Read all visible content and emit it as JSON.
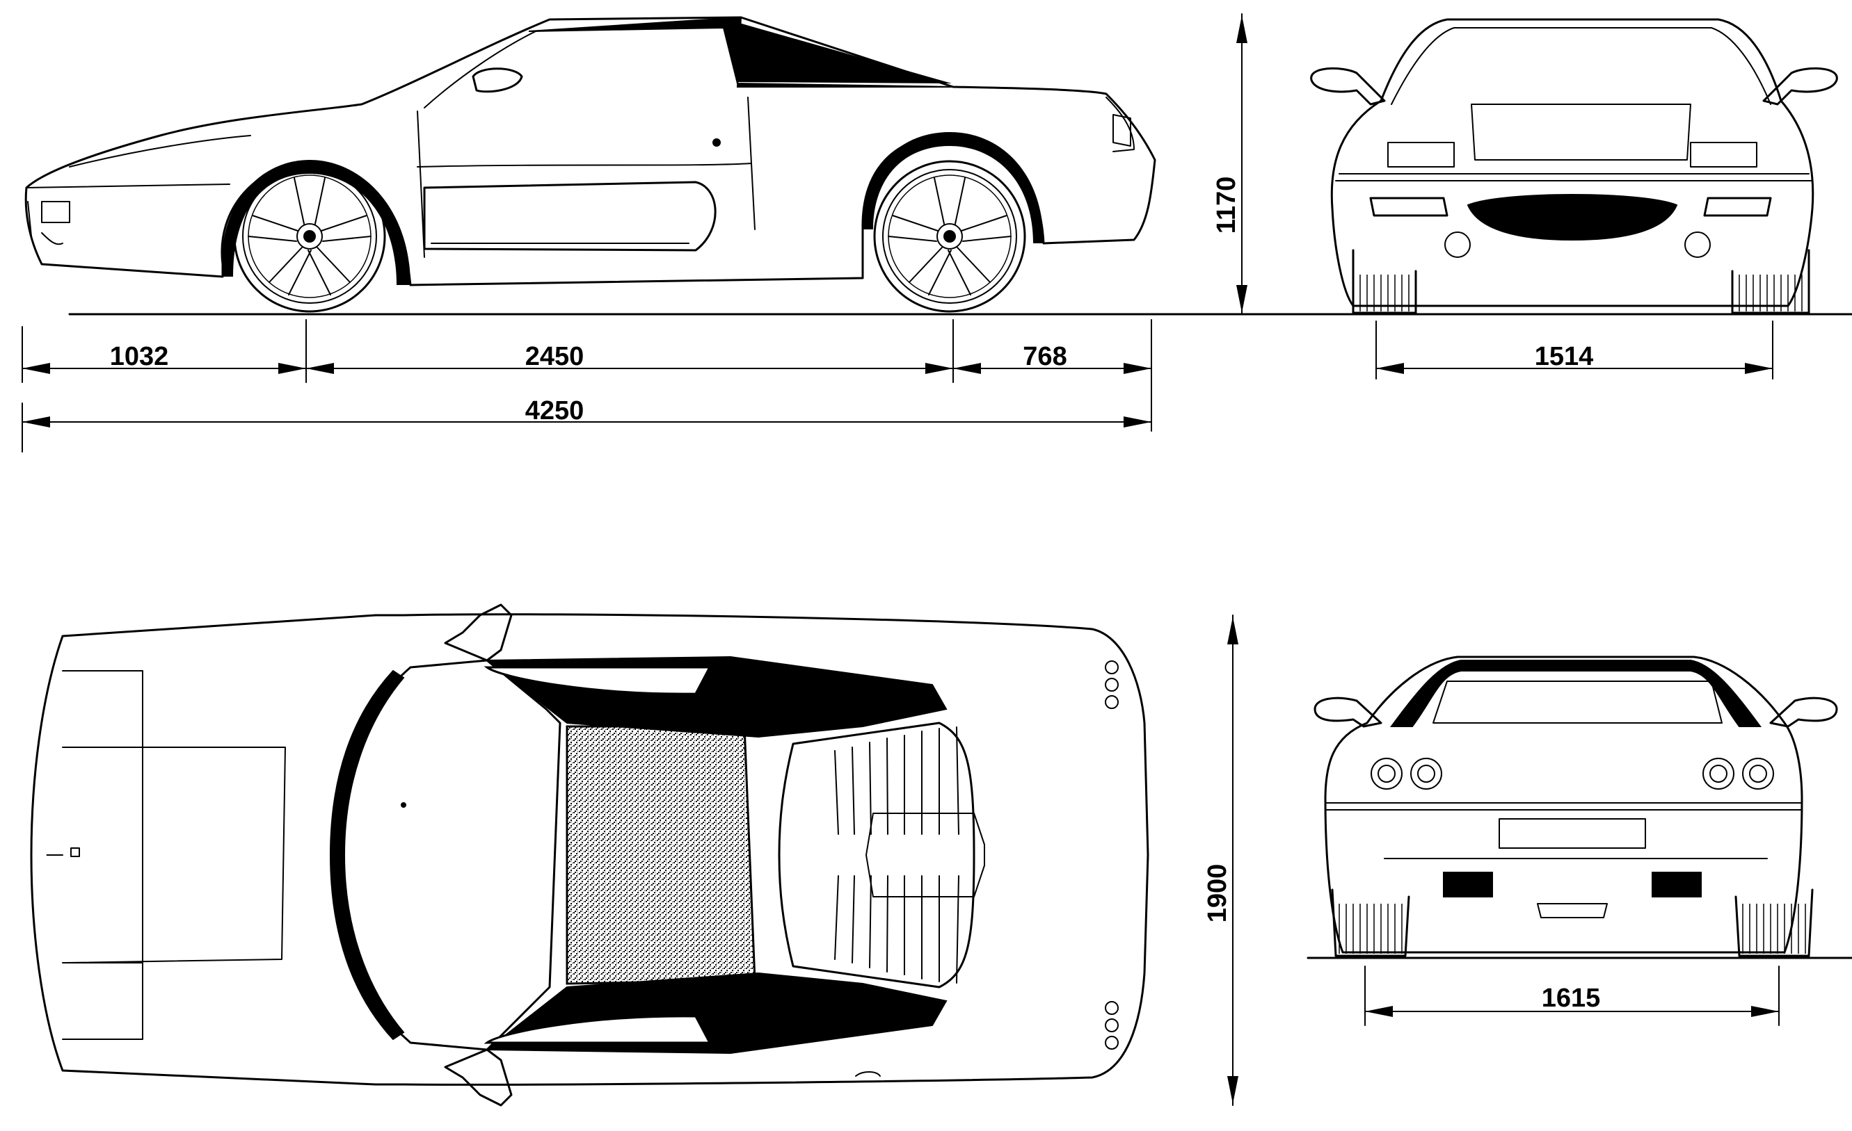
{
  "dimensions": {
    "front_overhang": "1032",
    "wheelbase": "2450",
    "rear_overhang": "768",
    "overall_length": "4250",
    "height": "1170",
    "front_track": "1514",
    "width": "1900",
    "rear_track": "1615"
  }
}
